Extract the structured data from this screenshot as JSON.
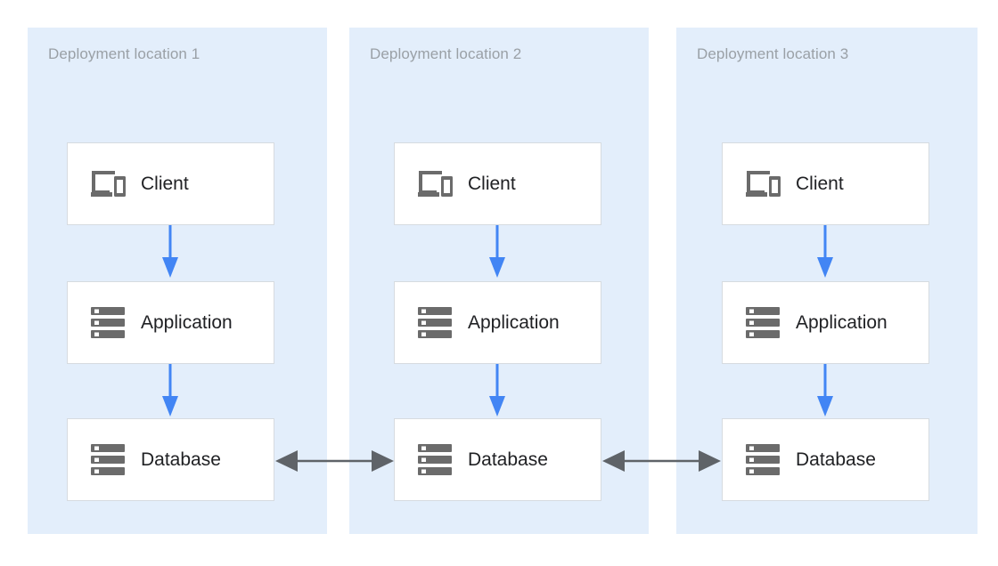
{
  "diagram": {
    "title_color": "#9aa0a6",
    "arrow_blue": "#4285f4",
    "arrow_gray": "#5f6368",
    "zone_bg": "#e3eefb",
    "node_border": "#d6dbe0",
    "zones": [
      {
        "title": "Deployment location 1",
        "nodes": [
          {
            "label": "Client",
            "icon": "devices-icon"
          },
          {
            "label": "Application",
            "icon": "server-icon"
          },
          {
            "label": "Database",
            "icon": "server-icon"
          }
        ]
      },
      {
        "title": "Deployment location 2",
        "nodes": [
          {
            "label": "Client",
            "icon": "devices-icon"
          },
          {
            "label": "Application",
            "icon": "server-icon"
          },
          {
            "label": "Database",
            "icon": "server-icon"
          }
        ]
      },
      {
        "title": "Deployment location 3",
        "nodes": [
          {
            "label": "Client",
            "icon": "devices-icon"
          },
          {
            "label": "Application",
            "icon": "server-icon"
          },
          {
            "label": "Database",
            "icon": "server-icon"
          }
        ]
      }
    ],
    "connectors": {
      "vertical": [
        {
          "from": "Client",
          "to": "Application",
          "direction": "down",
          "color": "#4285f4"
        },
        {
          "from": "Application",
          "to": "Database",
          "direction": "down",
          "color": "#4285f4"
        }
      ],
      "horizontal": [
        {
          "from": "Database 1",
          "to": "Database 2",
          "direction": "bidirectional",
          "color": "#5f6368"
        },
        {
          "from": "Database 2",
          "to": "Database 3",
          "direction": "bidirectional",
          "color": "#5f6368"
        }
      ]
    }
  }
}
